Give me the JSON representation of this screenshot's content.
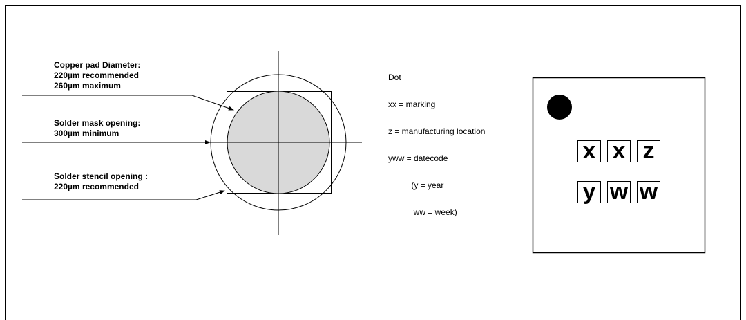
{
  "pad_diagram": {
    "copper_pad": {
      "title": "Copper pad Diameter:",
      "line1": "220µm recommended",
      "line2": "260µm maximum"
    },
    "solder_mask": {
      "title": "Solder mask opening:",
      "line1": "300µm minimum"
    },
    "solder_stencil": {
      "title": "Solder stencil opening :",
      "line1": "220µm recommended"
    },
    "pad_fill_color": "#d9d9d9"
  },
  "marking_diagram": {
    "legend": [
      "Dot",
      "xx = marking",
      "z = manufacturing location",
      "yww = datecode",
      "          (y = year",
      "           ww = week)"
    ],
    "row1": [
      "x",
      "x",
      "z"
    ],
    "row2": [
      "y",
      "w",
      "w"
    ]
  }
}
